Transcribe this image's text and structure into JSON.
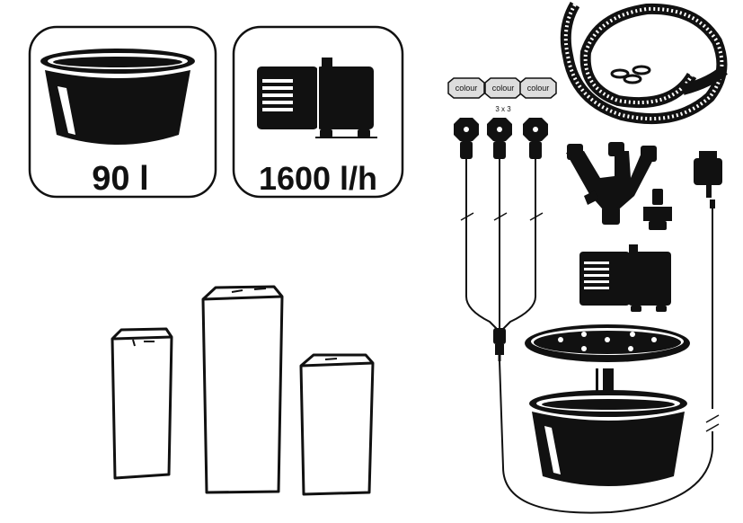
{
  "specs": {
    "basin_volume": "90 l",
    "pump_flow": "1600 l/h"
  },
  "led": {
    "cap_label": "colour",
    "quantity": "3 x 3"
  },
  "colors": {
    "ink": "#111111",
    "background": "#ffffff"
  }
}
